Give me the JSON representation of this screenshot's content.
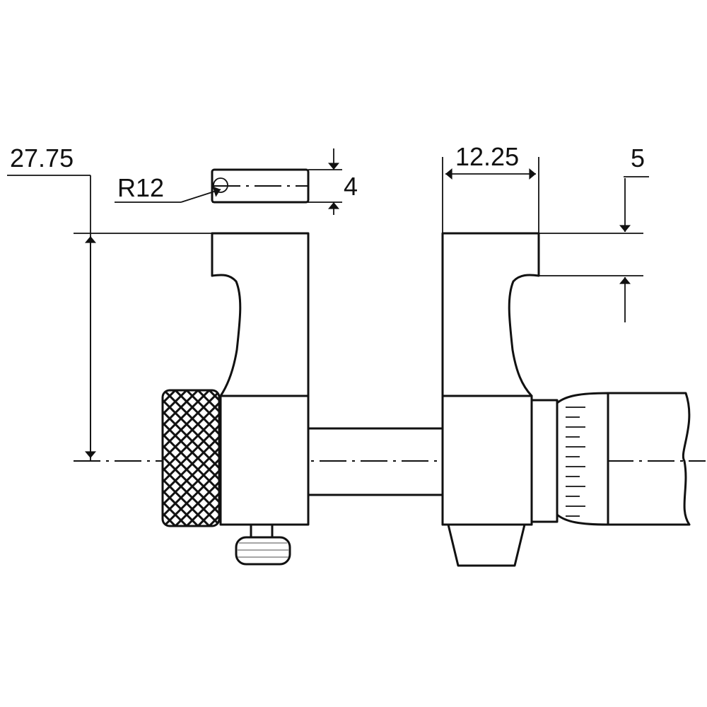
{
  "dimensions": {
    "height_left": "27.75",
    "radius": "R12",
    "tip_thickness": "4",
    "jaw_width": "12.25",
    "jaw_depth": "5"
  },
  "colors": {
    "line": "#111111",
    "background": "#ffffff"
  }
}
